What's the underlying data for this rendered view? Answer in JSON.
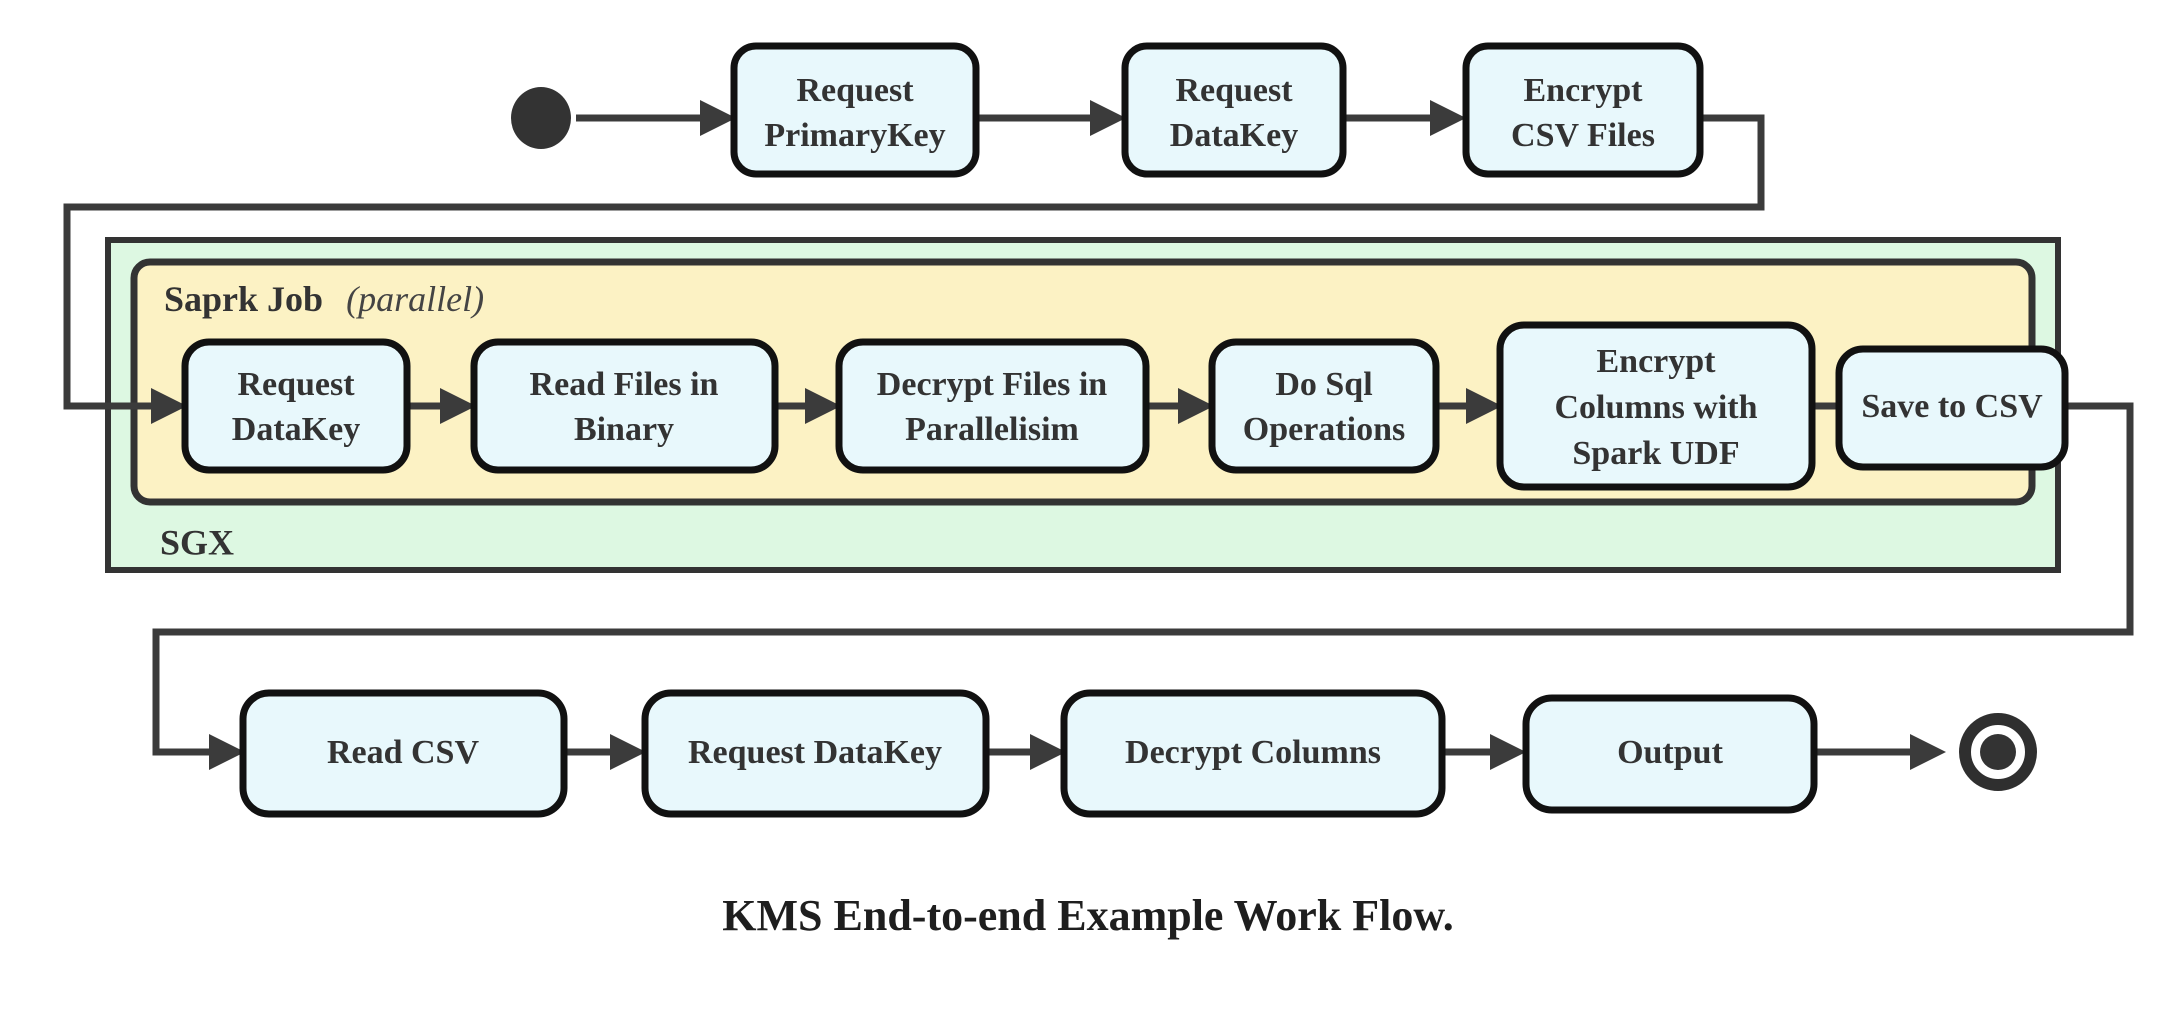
{
  "diagram": {
    "caption": "KMS End-to-end Example Work Flow.",
    "colors": {
      "node_fill": "#e8f8fc",
      "node_stroke": "#111111",
      "sgx_fill": "#ddf8e2",
      "spark_fill": "#fcf2c4",
      "edge": "#3b3b3b",
      "text": "#333333",
      "background": "#ffffff"
    },
    "markers": {
      "start": "start-node",
      "end": "end-node"
    },
    "containers": {
      "sgx": {
        "label": "SGX",
        "label_position": "bottom-left"
      },
      "spark": {
        "label": "Saprk Job",
        "qualifier": "(parallel)",
        "qualifier_open": "(",
        "qualifier_word": "parallel",
        "qualifier_close": ")",
        "label_position": "top-left"
      }
    },
    "rows": {
      "top": {
        "nodes": [
          {
            "id": "request-primarykey",
            "lines": [
              "Request",
              "PrimaryKey"
            ]
          },
          {
            "id": "request-datakey-top",
            "lines": [
              "Request",
              "DataKey"
            ]
          },
          {
            "id": "encrypt-csv-files",
            "lines": [
              "Encrypt",
              "CSV Files"
            ]
          }
        ]
      },
      "middle": {
        "nodes": [
          {
            "id": "request-datakey-mid",
            "lines": [
              "Request",
              "DataKey"
            ]
          },
          {
            "id": "read-files-in-binary",
            "lines": [
              "Read Files in",
              "Binary"
            ]
          },
          {
            "id": "decrypt-files-in-parallelisim",
            "lines": [
              "Decrypt Files in",
              "Parallelisim"
            ]
          },
          {
            "id": "do-sql-operations",
            "lines": [
              "Do Sql",
              "Operations"
            ]
          },
          {
            "id": "encrypt-columns-with-spark-udf",
            "lines": [
              "Encrypt",
              "Columns with",
              "Spark UDF"
            ]
          },
          {
            "id": "save-to-csv",
            "lines": [
              "Save to CSV"
            ]
          }
        ]
      },
      "bottom": {
        "nodes": [
          {
            "id": "read-csv",
            "lines": [
              "Read CSV"
            ]
          },
          {
            "id": "request-datakey-bottom",
            "lines": [
              "Request DataKey"
            ]
          },
          {
            "id": "decrypt-columns",
            "lines": [
              "Decrypt Columns"
            ]
          },
          {
            "id": "output",
            "lines": [
              "Output"
            ]
          }
        ]
      }
    },
    "flow_sequence": [
      "start-node",
      "Request PrimaryKey",
      "Request DataKey",
      "Encrypt CSV Files",
      "Request DataKey",
      "Read Files in Binary",
      "Decrypt Files in Parallelisim",
      "Do Sql Operations",
      "Encrypt Columns with Spark UDF",
      "Save to CSV",
      "Read CSV",
      "Request DataKey",
      "Decrypt Columns",
      "Output",
      "end-node"
    ]
  }
}
